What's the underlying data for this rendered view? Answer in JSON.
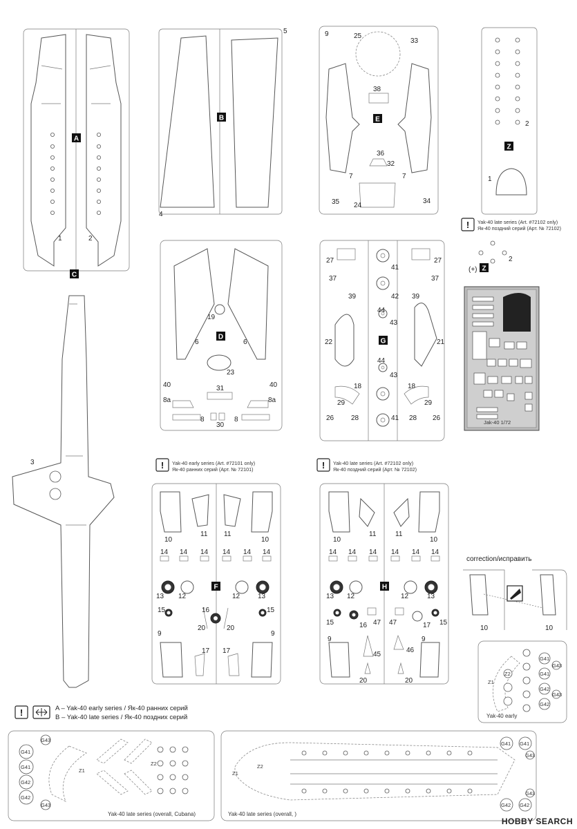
{
  "sprues": {
    "A": "A",
    "B": "B",
    "C": "C",
    "D": "D",
    "E": "E",
    "F": "F",
    "G": "G",
    "H": "H",
    "Z": "Z",
    "plusZ": "(+)"
  },
  "parts": {
    "a1": "1",
    "a2": "2",
    "b4": "4",
    "b5": "5",
    "c3": "3",
    "e9": "9",
    "e25": "25",
    "e33": "33",
    "e38": "38",
    "e36": "36",
    "e32": "32",
    "e7": "7",
    "e35": "35",
    "e24": "24",
    "e34": "34",
    "z2": "2",
    "z1": "1",
    "d19": "19",
    "d6": "6",
    "d23": "23",
    "d40": "40",
    "d31": "31",
    "d8a": "8a",
    "d8": "8",
    "d30": "30",
    "g27": "27",
    "g41": "41",
    "g37": "37",
    "g39": "39",
    "g42": "42",
    "g44": "44",
    "g43": "43",
    "g22": "22",
    "g21": "21",
    "g18": "18",
    "g29": "29",
    "g26": "26",
    "g28": "28",
    "f10": "10",
    "f11": "11",
    "f14": "14",
    "f13": "13",
    "f12": "12",
    "f15": "15",
    "f16": "16",
    "f20": "20",
    "f9": "9",
    "f17": "17",
    "h45": "45",
    "h46": "46",
    "h47": "47"
  },
  "notes": {
    "late_1_en": "Yak-40 late series (Art. #72102 only)",
    "late_1_ru": "Як-40 поздний серий (Арт. № 72102)",
    "early_en": "Yak-40 early series (Art. #72101 only)",
    "early_ru": "Як-40 ранних серий (Арт. № 72101)",
    "late_2_en": "Yak-40 late series (Art. #72102 only)",
    "late_2_ru": "Як-40 поздний серий (Арт. № 72102)",
    "correction": "correction/исправить"
  },
  "legend": {
    "a_line": "A – Yak-40 early series / Як-40 ранних серий",
    "b_line": "B – Yak-40 late series / Як-40 поздних серий"
  },
  "masks": {
    "early_title": "Yak-40 early",
    "late_cubana": "Yak-40 late series (overall, Cubana)",
    "late_overall": "Yak-40 late series (overall, )",
    "g41": "G41",
    "g42": "G42",
    "g43": "G43",
    "z1": "Z1",
    "z2": "Z2"
  },
  "pe_label": "Jak-40  1/72",
  "watermark": "HOBBY SEARCH",
  "colors": {
    "ink": "#222222",
    "line": "#555555",
    "pe_fret": "#b8b8b8"
  }
}
